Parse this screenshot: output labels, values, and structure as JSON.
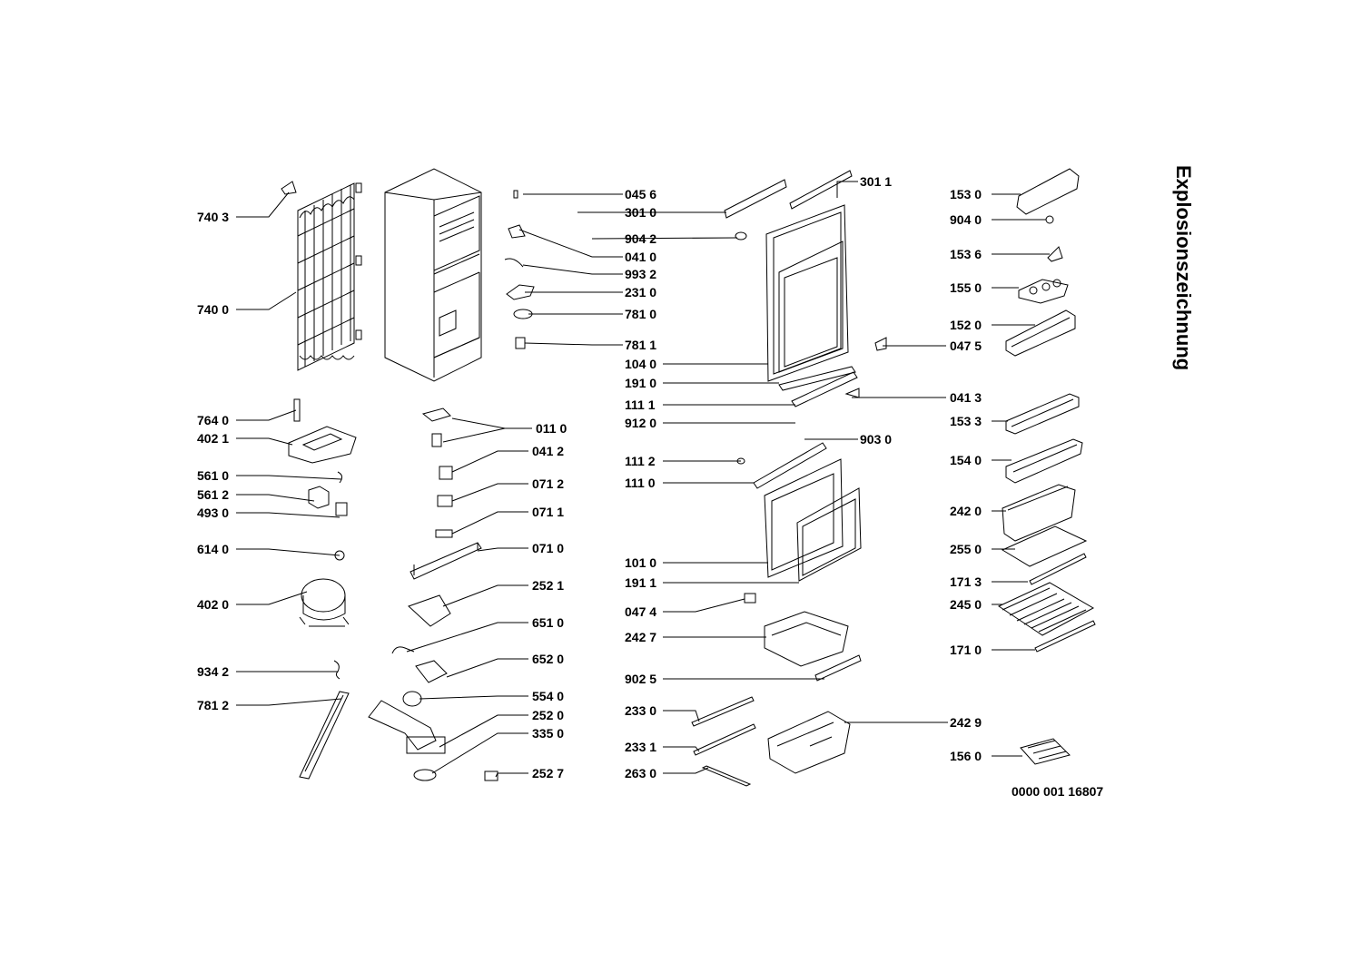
{
  "title": "Explosionszeichnung",
  "document_number": "0000 001 16807",
  "parts": {
    "p7403": "740 3",
    "p7400": "740 0",
    "p7640": "764 0",
    "p4021": "402 1",
    "p5610": "561 0",
    "p5612": "561 2",
    "p4930": "493 0",
    "p6140": "614 0",
    "p4020": "402 0",
    "p9342": "934 2",
    "p7812": "781 2",
    "p0110": "011 0",
    "p0412": "041 2",
    "p0712": "071 2",
    "p0711": "071 1",
    "p0710": "071 0",
    "p2521": "252 1",
    "p6510": "651 0",
    "p6520": "652 0",
    "p5540": "554 0",
    "p2520": "252 0",
    "p3350": "335 0",
    "p2527": "252 7",
    "p0456": "045 6",
    "p3010": "301 0",
    "p0410": "041 0",
    "p9932": "993 2",
    "p2310": "231 0",
    "p7810": "781 0",
    "p7811": "781 1",
    "p3011": "301 1",
    "p9042": "904 2",
    "p1040": "104 0",
    "p1910": "191 0",
    "p1111": "111 1",
    "p9120": "912 0",
    "p9030": "903 0",
    "p1112": "111 2",
    "p1110": "111 0",
    "p1010": "101 0",
    "p1911": "191 1",
    "p0474": "047 4",
    "p2427": "242 7",
    "p9025": "902 5",
    "p2330": "233 0",
    "p2331": "233 1",
    "p2630": "263 0",
    "p2429": "242 9",
    "p1530": "153 0",
    "p9040": "904 0",
    "p1536": "153 6",
    "p1550": "155 0",
    "p1520": "152 0",
    "p0475": "047 5",
    "p0413": "041 3",
    "p1533": "153 3",
    "p1540": "154 0",
    "p2420": "242 0",
    "p2550": "255 0",
    "p1713": "171 3",
    "p2450": "245 0",
    "p1710": "171 0",
    "p1560": "156 0"
  }
}
